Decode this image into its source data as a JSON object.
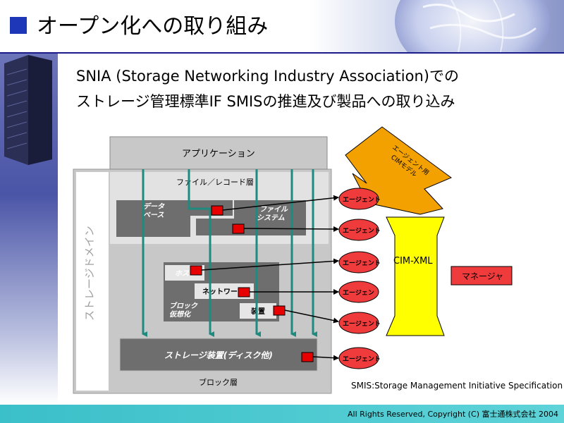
{
  "header": {
    "title": "オープン化への取り組み"
  },
  "subtitle": {
    "line1": "SNIA (Storage Networking Industry Association)での",
    "line2": "ストレージ管理標準IF SMISの推進及び製品への取り込み"
  },
  "diagram": {
    "application_label": "アプリケーション",
    "file_record_layer": "ファイル／レコード層",
    "database_label_1": "データ",
    "database_label_2": "ベース",
    "filesystem_label_1": "ファイル",
    "filesystem_label_2": "システム",
    "storage_domain": "ストレージドメイン",
    "host_label": "ホスト",
    "network_label": "ネットワーク",
    "block_virt_1": "ブロック",
    "block_virt_2": "仮想化",
    "device_label": "装置",
    "storage_device_label": "ストレージ装置(ディスク他)",
    "block_layer": "ブロック層",
    "agents": [
      "エージェント",
      "エージェント",
      "エージェント",
      "エージェン",
      "エージェント",
      "エージェント"
    ],
    "cim_model_1": "エージェント用",
    "cim_model_2": "CIMモデル",
    "cim_xml": "CIM-XML",
    "manager": "マネージャ"
  },
  "footer": {
    "copyright": "All Rights Reserved, Copyright (C) 富士通株式会社 2004",
    "spec": "SMIS:Storage Management Initiative Specification"
  },
  "colors": {
    "accent_blue": "#1e36b8",
    "teal": "#1f8a7e",
    "agent_red": "#ef3b3b",
    "cim_yellow": "#ffff00",
    "model_orange": "#f2a100",
    "manager_red": "#ef3b3b",
    "footer_teal": "#4ccbd2"
  },
  "icons": [
    "globe-icon",
    "server-rack-icon",
    "arrow-icon"
  ]
}
